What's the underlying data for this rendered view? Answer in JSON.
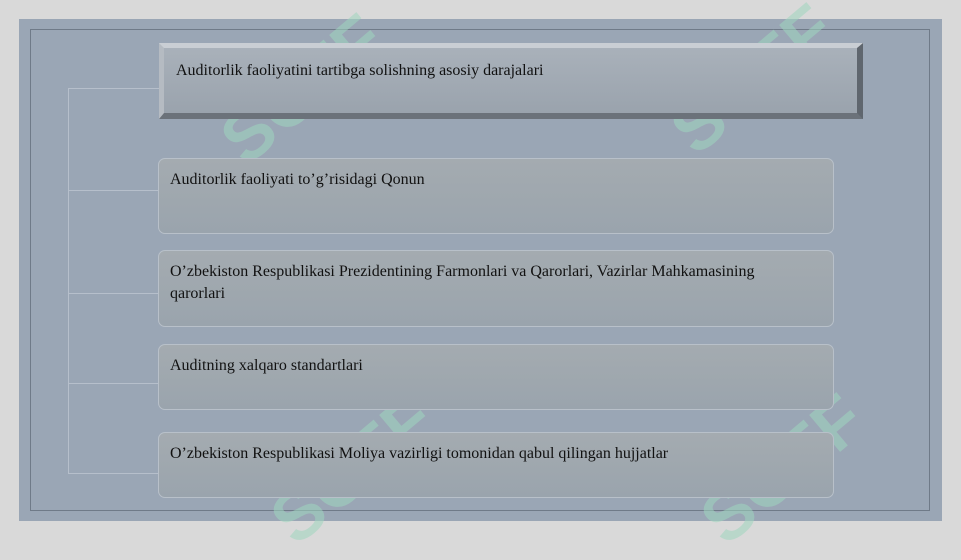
{
  "title": "Auditorlik faoliyatini tartibga solishning asosiy darajalari",
  "items": [
    "Auditorlik faoliyati to’g’risidagi Qonun",
    "O’zbekiston Respublikasi Prezidentining Farmonlari va Qarorlari, Vazirlar Mahkamasining qarorlari",
    "Auditning xalqaro standartlari",
    "O’zbekiston Respublikasi Moliya vazirligi tomonidan qabul qilingan hujjatlar"
  ],
  "watermark": "SOFF",
  "colors": {
    "slide_background": "#9aa6b5",
    "watermark": "#9fd6bf"
  }
}
